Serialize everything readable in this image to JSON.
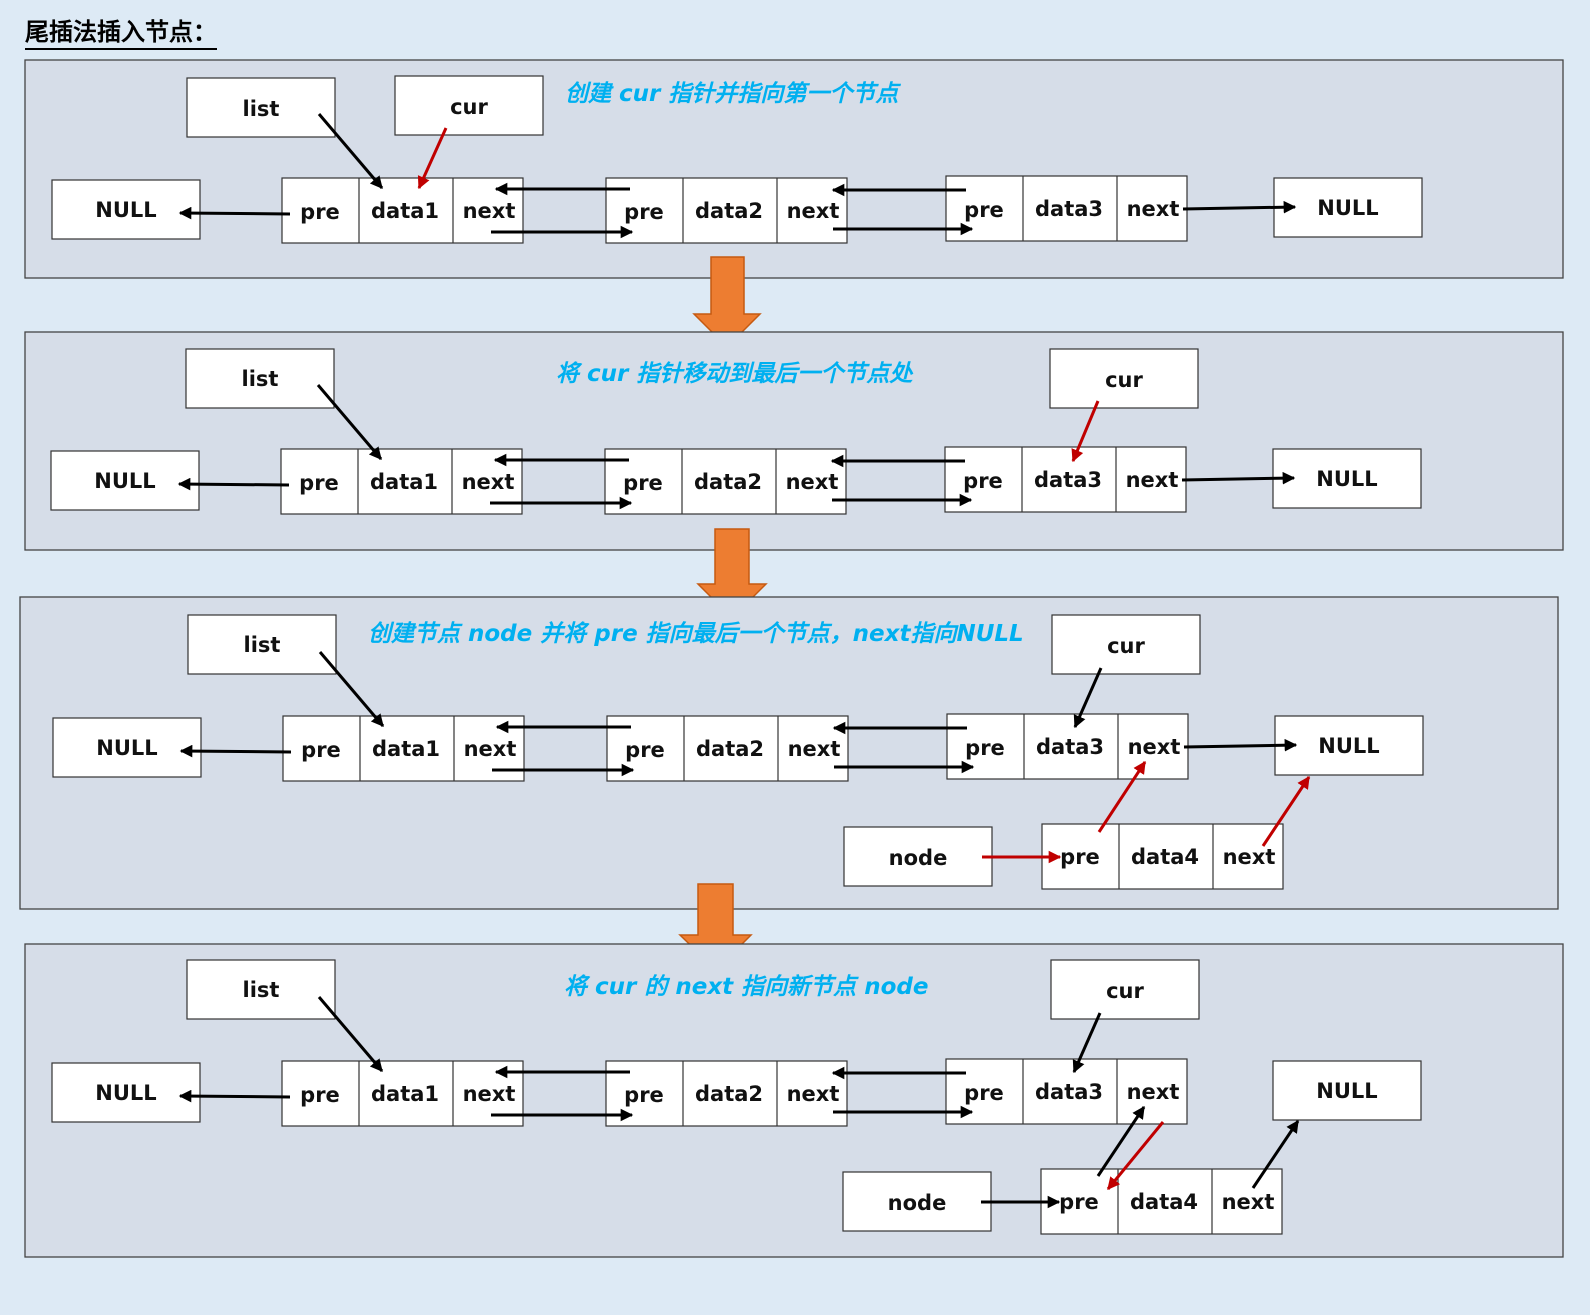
{
  "title": "尾插法插入节点：",
  "colors": {
    "caption": "#00b0f0",
    "pointer_black": "#000000",
    "pointer_red": "#c00000",
    "step_arrow": "#ed7d31",
    "panel_bg": "#d6dde8",
    "page_bg": "#ddeaf5"
  },
  "labels": {
    "list": "list",
    "cur": "cur",
    "null": "NULL",
    "node": "node",
    "pre": "pre",
    "next": "next",
    "data1": "data1",
    "data2": "data2",
    "data3": "data3",
    "data4": "data4"
  },
  "steps": [
    {
      "caption": "创建 cur 指针并指向第一个节点",
      "cur_target": "data1",
      "new_node": false,
      "cur_next_to_node": false
    },
    {
      "caption": "将 cur 指针移动到最后一个节点处",
      "cur_target": "data3",
      "new_node": false,
      "cur_next_to_node": false
    },
    {
      "caption": "创建节点 node 并将 pre 指向最后一个节点，next指向NULL",
      "cur_target": "data3",
      "new_node": true,
      "cur_next_to_node": false
    },
    {
      "caption": "将 cur 的 next 指向新节点 node",
      "cur_target": "data3",
      "new_node": true,
      "cur_next_to_node": true
    }
  ]
}
